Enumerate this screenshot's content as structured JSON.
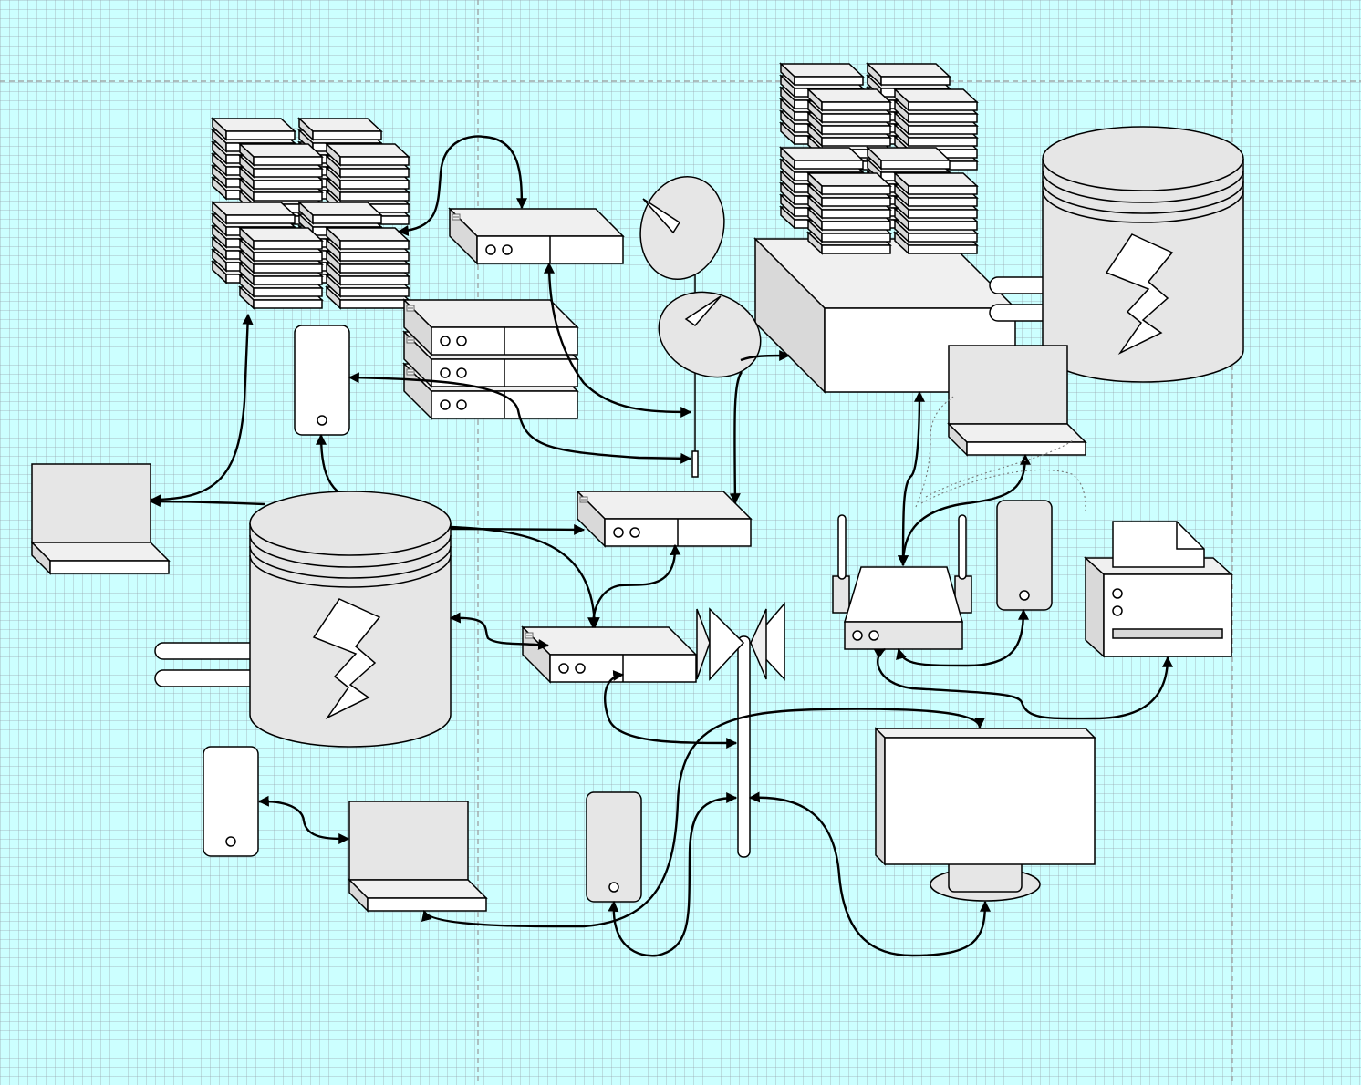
{
  "diagram": {
    "background_color": "#ccffff",
    "grid": true,
    "page_breaks": "dashed",
    "nodes": [
      {
        "id": "server-stack-left",
        "icon": "server-stack-icon"
      },
      {
        "id": "router-top",
        "icon": "router-icon"
      },
      {
        "id": "router-rack",
        "icon": "router-icon"
      },
      {
        "id": "satellite-dish-upper",
        "icon": "satellite-dish-icon"
      },
      {
        "id": "satellite-dish-lower",
        "icon": "satellite-dish-icon"
      },
      {
        "id": "mainframe",
        "icon": "mainframe-icon"
      },
      {
        "id": "database-right",
        "icon": "database-icon"
      },
      {
        "id": "phone-top",
        "icon": "mobile-phone-icon"
      },
      {
        "id": "laptop-left",
        "icon": "laptop-icon"
      },
      {
        "id": "database-left",
        "icon": "database-icon"
      },
      {
        "id": "router-middle",
        "icon": "router-icon"
      },
      {
        "id": "router-lower",
        "icon": "router-icon"
      },
      {
        "id": "antenna-tower",
        "icon": "antenna-icon"
      },
      {
        "id": "laptop-right",
        "icon": "laptop-icon"
      },
      {
        "id": "wireless-router",
        "icon": "wireless-router-icon"
      },
      {
        "id": "phone-right",
        "icon": "mobile-phone-icon"
      },
      {
        "id": "printer",
        "icon": "printer-icon"
      },
      {
        "id": "monitor",
        "icon": "monitor-icon"
      },
      {
        "id": "phone-bottom-left",
        "icon": "mobile-phone-icon"
      },
      {
        "id": "laptop-bottom",
        "icon": "laptop-icon"
      },
      {
        "id": "phone-bottom-middle",
        "icon": "mobile-phone-icon"
      }
    ],
    "edges": [
      {
        "from": "server-stack-left",
        "to": "router-top",
        "style": "solid"
      },
      {
        "from": "router-top",
        "to": "satellite-dish-lower",
        "style": "solid"
      },
      {
        "from": "phone-top",
        "to": "satellite-dish-lower",
        "style": "solid"
      },
      {
        "from": "satellite-dish-lower",
        "to": "mainframe",
        "style": "solid"
      },
      {
        "from": "satellite-dish-lower",
        "to": "router-middle",
        "style": "solid"
      },
      {
        "from": "database-left",
        "to": "laptop-left",
        "style": "solid"
      },
      {
        "from": "laptop-left",
        "to": "server-stack-left",
        "style": "solid"
      },
      {
        "from": "database-left",
        "to": "phone-top",
        "style": "solid"
      },
      {
        "from": "database-left",
        "to": "router-middle",
        "style": "solid"
      },
      {
        "from": "database-left",
        "to": "router-lower",
        "style": "solid"
      },
      {
        "from": "router-middle",
        "to": "router-lower",
        "style": "solid"
      },
      {
        "from": "database-left",
        "to": "router-lower",
        "style": "solid"
      },
      {
        "from": "router-lower",
        "to": "antenna-tower",
        "style": "solid"
      },
      {
        "from": "phone-bottom-left",
        "to": "laptop-bottom",
        "style": "solid"
      },
      {
        "from": "laptop-bottom",
        "to": "monitor",
        "style": "solid"
      },
      {
        "from": "phone-bottom-middle",
        "to": "antenna-tower",
        "style": "solid"
      },
      {
        "from": "antenna-tower",
        "to": "monitor",
        "style": "solid"
      },
      {
        "from": "mainframe",
        "to": "wireless-router",
        "style": "solid"
      },
      {
        "from": "wireless-router",
        "to": "laptop-right",
        "style": "solid"
      },
      {
        "from": "wireless-router",
        "to": "phone-right",
        "style": "solid"
      },
      {
        "from": "wireless-router",
        "to": "printer",
        "style": "solid"
      },
      {
        "from": "wireless-router",
        "to": "laptop-right",
        "style": "dotted"
      }
    ]
  }
}
